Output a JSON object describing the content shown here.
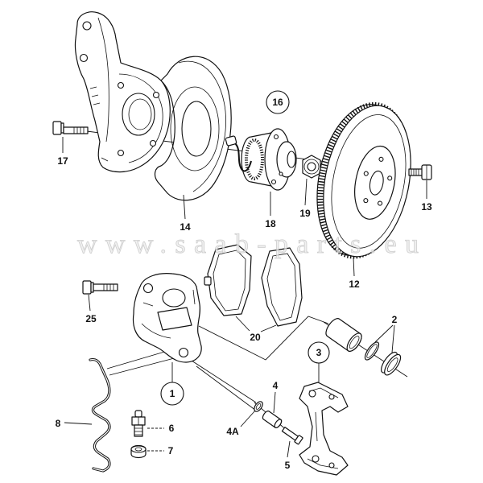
{
  "callouts": [
    "16",
    "17",
    "14",
    "18",
    "19",
    "13",
    "12",
    "25",
    "20",
    "2",
    "3",
    "1",
    "4",
    "8",
    "6",
    "4A",
    "7",
    "5"
  ],
  "watermark": "www.saab-parts.eu"
}
